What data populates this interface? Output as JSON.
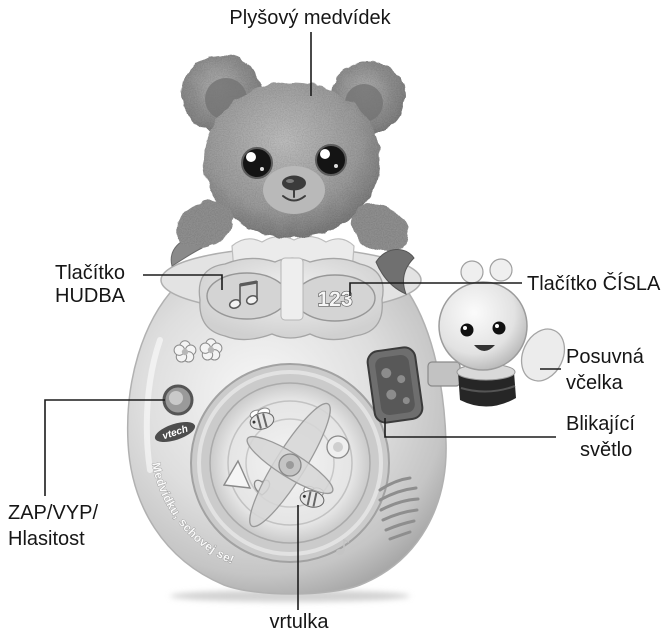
{
  "labels": {
    "plush_bear": "Plyšový medvídek",
    "music_button": {
      "line1": "Tlačítko",
      "line2": "HUDBA"
    },
    "numbers_button": "Tlačítko ČÍSLA",
    "sliding_bee": {
      "line1": "Posuvná",
      "line2": "včelka"
    },
    "blinking_light": {
      "line1": "Blikající",
      "line2": "světlo"
    },
    "power_volume": {
      "line1": "ZAP/VYP/",
      "line2": "Hlasitost"
    },
    "spinner": "vrtulka"
  },
  "toy": {
    "logo": "vtech",
    "number_button_digits": "123",
    "slogan": "Medvídku, schovej se!",
    "icons": [
      "music-notes-icon",
      "flower-icon",
      "bee-icon",
      "heart-icon",
      "triangle-icon",
      "target-icon",
      "speaker-grille-icon",
      "music-note-icon"
    ]
  }
}
